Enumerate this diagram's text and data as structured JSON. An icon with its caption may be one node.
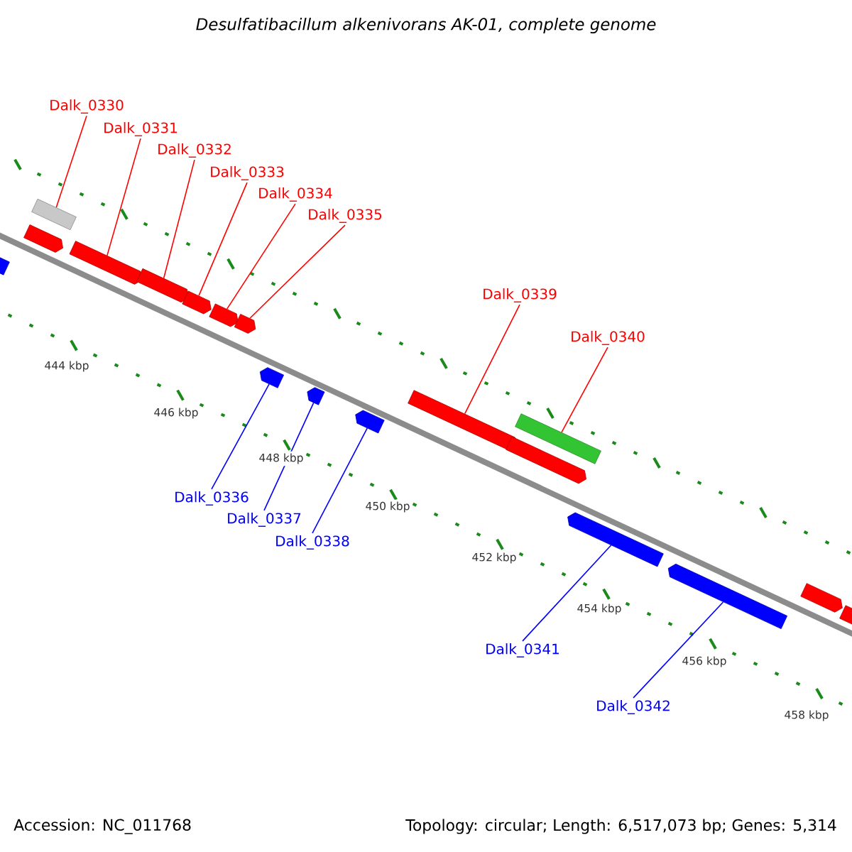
{
  "diagram": {
    "title": "Desulfatibacillum alkenivorans AK-01, complete genome",
    "nodes": [
      {
        "text": [
          "Dalk_0330"
        ]
      },
      {
        "text": [
          "Dalk_0331"
        ]
      },
      {
        "text": [
          "Dalk_0332"
        ]
      },
      {
        "text": [
          "Dalk_0333"
        ]
      },
      {
        "text": [
          "Dalk_0334"
        ]
      },
      {
        "text": [
          "Dalk_0335"
        ]
      },
      {
        "text": [
          "Dalk_0339"
        ]
      },
      {
        "text": [
          "Dalk_0340"
        ]
      },
      {
        "text": [
          "Dalk_0336"
        ]
      },
      {
        "text": [
          "Dalk_0337"
        ]
      },
      {
        "text": [
          "Dalk_0338"
        ]
      },
      {
        "text": [
          "Dalk_0341"
        ]
      },
      {
        "text": [
          "Dalk_0342"
        ]
      },
      {
        "text": [],
        "shape": "bar"
      },
      {
        "text": [],
        "shape": "bar"
      },
      {
        "text": [],
        "shape": "box"
      },
      {
        "text": [],
        "shape": "bar"
      },
      {
        "text": [],
        "shape": "bar"
      },
      {
        "text": [],
        "shape": "bar"
      },
      {
        "text": [],
        "shape": "bar"
      },
      {
        "text": [],
        "shape": "bar"
      },
      {
        "text": [],
        "shape": "bar"
      },
      {
        "text": [],
        "shape": "bar"
      },
      {
        "text": [],
        "shape": "bar"
      },
      {
        "text": [],
        "shape": "bar"
      },
      {
        "text": [],
        "shape": "bar"
      },
      {
        "text": [],
        "shape": "box"
      },
      {
        "text": [],
        "shape": "bar"
      },
      {
        "text": [],
        "shape": "bar"
      },
      {
        "text": [],
        "shape": "bar"
      },
      {
        "text": [],
        "shape": "bar"
      }
    ],
    "edges": [
      {
        "from": 0,
        "to": 15,
        "arrow": "none"
      },
      {
        "from": 1,
        "to": 16,
        "arrow": "none"
      },
      {
        "from": 2,
        "to": 17,
        "arrow": "none"
      },
      {
        "from": 3,
        "to": 18,
        "arrow": "none"
      },
      {
        "from": 4,
        "to": 19,
        "arrow": "none"
      },
      {
        "from": 5,
        "to": 20,
        "arrow": "none"
      },
      {
        "from": 6,
        "to": 24,
        "arrow": "none"
      },
      {
        "from": 7,
        "to": 26,
        "arrow": "none"
      },
      {
        "from": 8,
        "to": 21,
        "arrow": "none",
        "color": "#0000ff"
      },
      {
        "from": 9,
        "to": 22,
        "arrow": "none",
        "color": "#0000ff"
      },
      {
        "from": 10,
        "to": 23,
        "arrow": "none",
        "color": "#0000ff"
      },
      {
        "from": 11,
        "to": 27,
        "arrow": "none",
        "color": "#0000ff"
      },
      {
        "from": 12,
        "to": 28,
        "arrow": "none",
        "color": "#0000ff"
      }
    ],
    "labels": [
      "444 kbp",
      "446 kbp",
      "448 kbp",
      "450 kbp",
      "452 kbp",
      "454 kbp",
      "456 kbp",
      "458 kbp",
      "Accession: NC_011768",
      "Topology: circular; Length: 6,517,073 bp; Genes: 5,314"
    ]
  }
}
